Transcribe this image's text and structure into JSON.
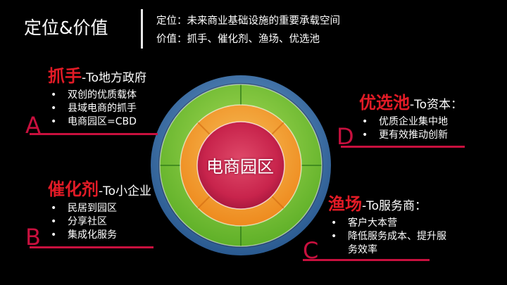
{
  "header": {
    "title": "定位&价值",
    "positioning": "定位：未来商业基础设施的重要承载空间",
    "value": "价值：抓手、催化剂、渔场、优选池"
  },
  "center": {
    "label": "电商园区"
  },
  "blocks": {
    "a": {
      "letter": "A",
      "name": "抓手",
      "subtitle": "-To地方政府",
      "bullets": [
        "双创的优质载体",
        "县域电商的抓手",
        "电商园区=CBD"
      ]
    },
    "b": {
      "letter": "B",
      "name": "催化剂",
      "subtitle": "-To小企业",
      "bullets": [
        "民居到园区",
        "分享社区",
        "集成化服务"
      ]
    },
    "c": {
      "letter": "C",
      "name": "渔场",
      "subtitle": "-To服务商：",
      "bullets": [
        "客户大本营",
        "降低服务成本、提升服务效率"
      ]
    },
    "d": {
      "letter": "D",
      "name": "优选池",
      "subtitle": "-To资本：",
      "bullets": [
        "优质企业集中地",
        "更有效推动创新"
      ]
    }
  },
  "colors": {
    "accent_red": "#e21b26",
    "underline": "#c8103e",
    "outer_ring": "#3a6fa8",
    "green_ring": "#7cc43a",
    "orange_ring": "#f39a2c",
    "center_pink": "#d4325a"
  }
}
